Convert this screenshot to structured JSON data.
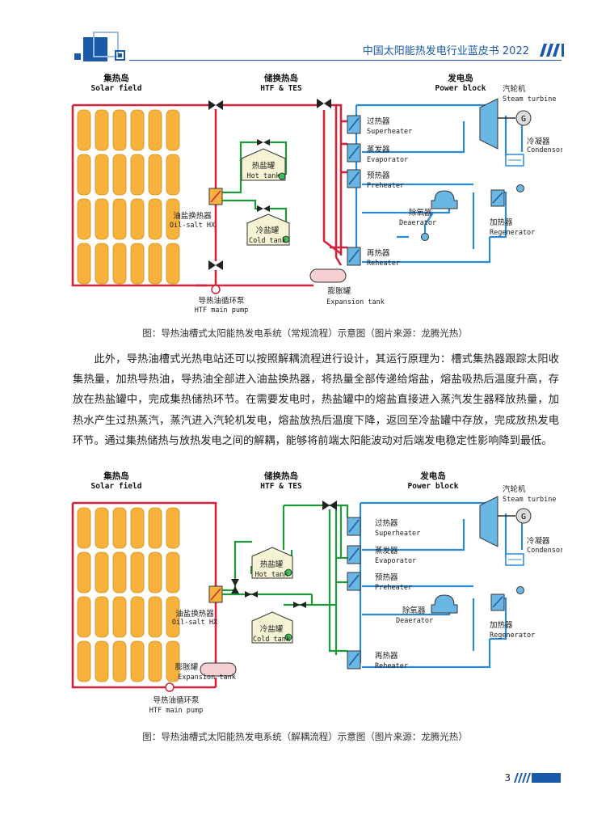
{
  "header": {
    "title": "中国太阳能热发电行业蓝皮书 2022"
  },
  "figure1": {
    "solar_field_cn": "集热岛",
    "solar_field_en": "Solar field",
    "htf_tes_cn": "储换热岛",
    "htf_tes_en": "HTF & TES",
    "power_block_cn": "发电岛",
    "power_block_en": "Power block",
    "steam_turbine_cn": "汽轮机",
    "steam_turbine_en": "Steam turbine",
    "generator": "G",
    "condensor_cn": "冷凝器",
    "condensor_en": "Condensor",
    "superheater_cn": "过热器",
    "superheater_en": "Superheater",
    "evaporator_cn": "蒸发器",
    "evaporator_en": "Evaporator",
    "preheater_cn": "预热器",
    "preheater_en": "Preheater",
    "deaerator_cn": "除氧器",
    "deaerator_en": "Deaerator",
    "regenerator_cn": "加热器",
    "regenerator_en": "Regenerator",
    "reheater_cn": "再热器",
    "reheater_en": "Reheater",
    "hot_tank_cn": "热盐罐",
    "hot_tank_en": "Hot tank",
    "cold_tank_cn": "冷盐罐",
    "cold_tank_en": "Cold tank",
    "oil_salt_hx_cn": "油盐换热器",
    "oil_salt_hx_en": "Oil-salt HX",
    "expansion_tank_cn": "膨胀罐",
    "expansion_tank_en": "Expansion tank",
    "htf_pump_cn": "导热油循环泵",
    "htf_pump_en": "HTF main pump"
  },
  "caption1": "图：导热油槽式太阳能热发电系统（常规流程）示意图（图片来源：龙腾光热）",
  "paragraph": "此外，导热油槽式光热电站还可以按照解耦流程进行设计，其运行原理为：槽式集热器跟踪太阳收集热量，加热导热油，导热油全部进入油盐换热器，将热量全部传递给熔盐，熔盐吸热后温度升高，存放在热盐罐中，完成集热储热环节。在需要发电时，热盐罐中的熔盐直接进入蒸汽发生器释放热量，加热水产生过热蒸汽，蒸汽进入汽轮机发电，熔盐放热后温度下降，返回至冷盐罐中存放，完成放热发电环节。通过集热储热与放热发电之间的解耦，能够将前端太阳能波动对后端发电稳定性影响降到最低。",
  "figure2": {
    "solar_field_cn": "集热岛",
    "solar_field_en": "Solar field",
    "htf_tes_cn": "储换热岛",
    "htf_tes_en": "HTF & TES",
    "power_block_cn": "发电岛",
    "power_block_en": "Power block",
    "steam_turbine_cn": "汽轮机",
    "steam_turbine_en": "Steam turbine",
    "generator": "G",
    "condensor_cn": "冷凝器",
    "condensor_en": "Condensor",
    "superheater_cn": "过热器",
    "superheater_en": "Superheater",
    "evaporator_cn": "蒸发器",
    "evaporator_en": "Evaporator",
    "preheater_cn": "预热器",
    "preheater_en": "Preheater",
    "deaerator_cn": "除氧器",
    "deaerator_en": "Deaerator",
    "regenerator_cn": "加热器",
    "regenerator_en": "Regenerator",
    "reheater_cn": "再热器",
    "reheater_en": "Reheater",
    "hot_tank_cn": "热盐罐",
    "hot_tank_en": "Hot tank",
    "cold_tank_cn": "冷盐罐",
    "cold_tank_en": "Cold tank",
    "oil_salt_hx_cn": "油盐换热器",
    "oil_salt_hx_en": "Oil-salt HX",
    "expansion_tank_cn": "膨胀罐",
    "expansion_tank_en": "Expansion tank",
    "htf_pump_cn": "导热油循环泵",
    "htf_pump_en": "HTF main pump"
  },
  "caption2": "图：导热油槽式太阳能热发电系统（解耦流程）示意图（图片来源：龙腾光热）",
  "footer": {
    "page_number": "3"
  },
  "colors": {
    "brand_blue": "#1a5aa8",
    "oil_red": "#d0243a",
    "salt_green": "#1e9a3a",
    "water_blue": "#2a8ad6",
    "collector_orange": "#f6b23c"
  }
}
